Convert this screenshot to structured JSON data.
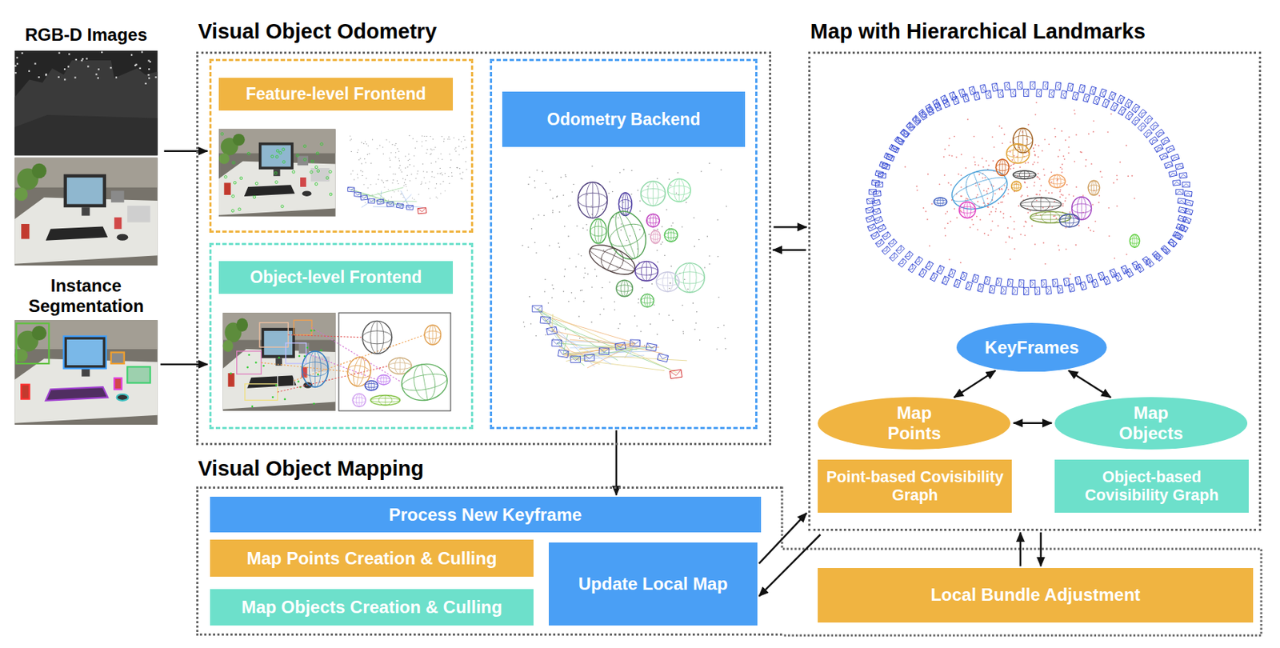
{
  "diagram": {
    "nodes": [
      {
        "text": [
          "RGB-D Images"
        ]
      },
      {
        "text": [
          "Instance Segmentation"
        ]
      },
      {
        "text": [
          "Visual Object Odometry"
        ]
      },
      {
        "text": [
          "Feature-level Frontend"
        ],
        "in": 2
      },
      {
        "text": [
          "Object-level Frontend"
        ],
        "in": 2
      },
      {
        "text": [
          "Odometry Backend"
        ],
        "in": 2
      },
      {
        "text": [
          "Map with Hierarchical Landmarks"
        ]
      },
      {
        "text": [
          "KeyFrames"
        ],
        "in": 6
      },
      {
        "text": [
          "Map Points"
        ],
        "in": 6
      },
      {
        "text": [
          "Map Objects"
        ],
        "in": 6
      },
      {
        "text": [
          "Point-based Covisibility Graph"
        ],
        "in": 6
      },
      {
        "text": [
          "Object-based Covisibility Graph"
        ],
        "in": 6
      },
      {
        "text": [
          "Visual Object Mapping"
        ]
      },
      {
        "text": [
          "Process New Keyframe"
        ],
        "in": 12
      },
      {
        "text": [
          "Map Points Creation & Culling"
        ],
        "in": 12
      },
      {
        "text": [
          "Map Objects Creation & Culling"
        ],
        "in": 12
      },
      {
        "text": [
          "Update Local Map"
        ],
        "in": 12
      },
      {
        "text": [
          "Local Bundle Adjustment"
        ]
      }
    ],
    "edges": [
      {
        "from": 0,
        "to": 3,
        "arrow": "to"
      },
      {
        "from": 1,
        "to": 4,
        "arrow": "to"
      },
      {
        "from": 2,
        "to": 6,
        "arrow": "to"
      },
      {
        "from": 6,
        "to": 2,
        "arrow": "to"
      },
      {
        "from": 5,
        "to": 13,
        "arrow": "to"
      },
      {
        "from": 16,
        "to": 6,
        "arrow": "to"
      },
      {
        "from": 6,
        "to": 16,
        "arrow": "to"
      },
      {
        "from": 7,
        "to": 8,
        "arrow": "both"
      },
      {
        "from": 7,
        "to": 9,
        "arrow": "both"
      },
      {
        "from": 8,
        "to": 9,
        "arrow": "both"
      },
      {
        "from": 17,
        "to": 6,
        "arrow": "to"
      },
      {
        "from": 6,
        "to": 17,
        "arrow": "to"
      }
    ]
  }
}
